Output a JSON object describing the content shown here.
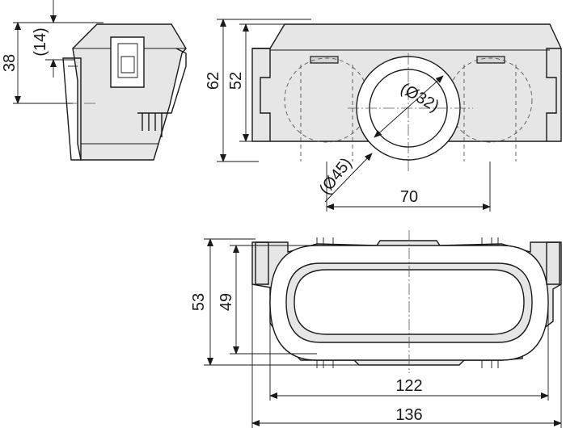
{
  "dimensions": {
    "side_height": "38",
    "side_offset": "(14)",
    "front_height_total": "62",
    "front_height_body": "52",
    "outlet_inner_dia": "(Ø32)",
    "outlet_outer_dia": "(Ø45)",
    "outlet_spacing": "70",
    "top_depth_total": "53",
    "top_depth_inner": "49",
    "top_width_inner": "122",
    "top_width_total": "136"
  }
}
